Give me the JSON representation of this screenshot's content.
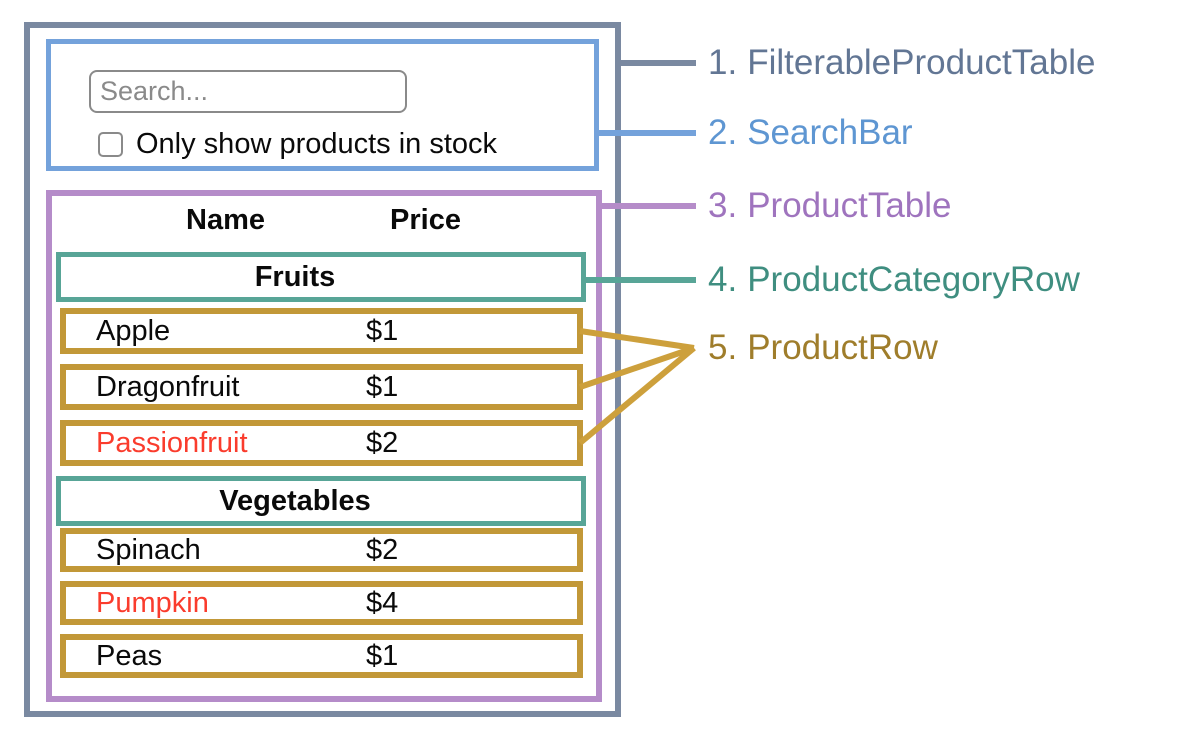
{
  "colors": {
    "slate-line": "#7A89A1",
    "slate-text": "#627694",
    "blue-line": "#74A2DB",
    "blue-text": "#5E96D2",
    "purple-line": "#B58CC9",
    "purple-text": "#9F74BE",
    "teal-line": "#58A597",
    "teal-text": "#3F8E80",
    "gold-line": "#CDA03C",
    "gold-text": "#9F7D2B",
    "gold-border": "#C29838",
    "out-of-stock": "#FA3C2D",
    "input-border": "#8A8A8A",
    "text": "#0A0A0A"
  },
  "annotations": {
    "items": [
      {
        "number": "1.",
        "label": "FilterableProductTable"
      },
      {
        "number": "2.",
        "label": "SearchBar"
      },
      {
        "number": "3.",
        "label": "ProductTable"
      },
      {
        "number": "4.",
        "label": "ProductCategoryRow"
      },
      {
        "number": "5.",
        "label": "ProductRow"
      }
    ]
  },
  "search_bar": {
    "placeholder": "Search...",
    "checkbox_label": "Only show products in stock",
    "checkbox_checked": false
  },
  "product_table": {
    "header": {
      "name": "Name",
      "price": "Price"
    },
    "sections": [
      {
        "category": "Fruits",
        "rows": [
          {
            "name": "Apple",
            "price": "$1",
            "in_stock": true
          },
          {
            "name": "Dragonfruit",
            "price": "$1",
            "in_stock": true
          },
          {
            "name": "Passionfruit",
            "price": "$2",
            "in_stock": false
          }
        ]
      },
      {
        "category": "Vegetables",
        "rows": [
          {
            "name": "Spinach",
            "price": "$2",
            "in_stock": true
          },
          {
            "name": "Pumpkin",
            "price": "$4",
            "in_stock": false
          },
          {
            "name": "Peas",
            "price": "$1",
            "in_stock": true
          }
        ]
      }
    ]
  }
}
